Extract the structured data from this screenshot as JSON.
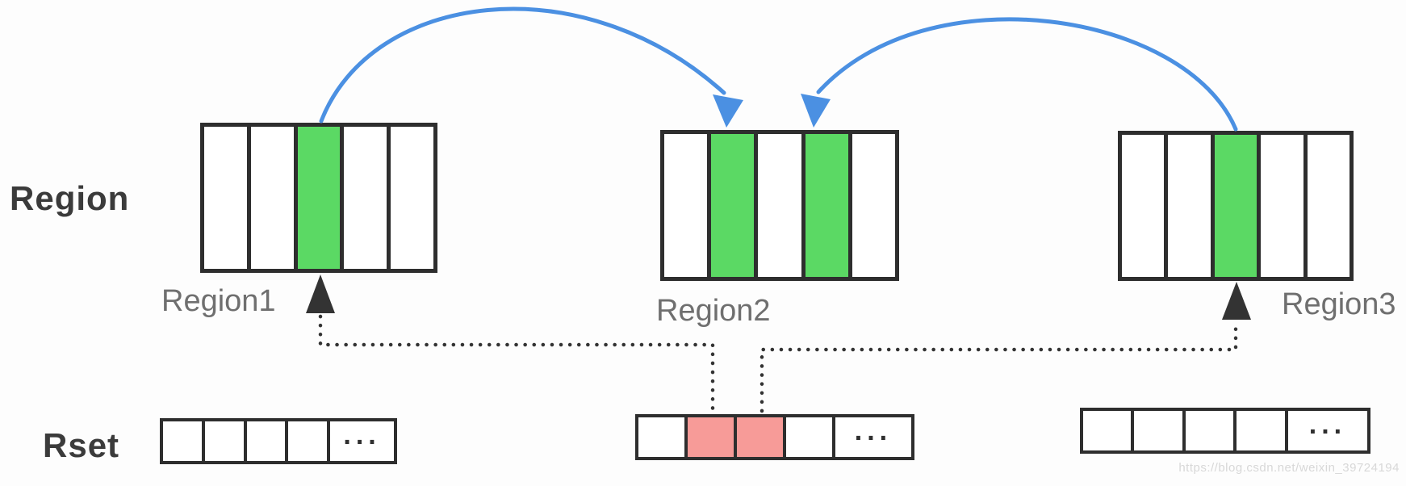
{
  "labels": {
    "region_axis": "Region",
    "rset_axis": "Rset"
  },
  "regions": [
    {
      "name": "Region1",
      "cells": [
        "white",
        "white",
        "green",
        "white",
        "white"
      ]
    },
    {
      "name": "Region2",
      "cells": [
        "white",
        "green",
        "white",
        "green",
        "white"
      ]
    },
    {
      "name": "Region3",
      "cells": [
        "white",
        "white",
        "green",
        "white",
        "white"
      ]
    }
  ],
  "rsets": [
    {
      "cells": [
        "white",
        "white",
        "white",
        "white"
      ],
      "ellipsis": "..."
    },
    {
      "cells": [
        "white",
        "pink",
        "pink",
        "white"
      ],
      "ellipsis": "..."
    },
    {
      "cells": [
        "white",
        "white",
        "white",
        "white"
      ],
      "ellipsis": "..."
    }
  ],
  "connections": [
    {
      "type": "blue-reference-arrow",
      "from": "Region1 green cell",
      "to": "Region2 left green cell"
    },
    {
      "type": "blue-reference-arrow",
      "from": "Region3 green cell",
      "to": "Region2 right green cell"
    },
    {
      "type": "dotted-pointer",
      "from": "Rset2 pink cell 1",
      "to": "Region1 green cell"
    },
    {
      "type": "dotted-pointer",
      "from": "Rset2 pink cell 2",
      "to": "Region3 green cell"
    }
  ],
  "watermark": "https://blog.csdn.net/weixin_39724194",
  "colors": {
    "green": "#5bd964",
    "pink": "#f79b98",
    "blue_arrow": "#4b90e2",
    "border": "#2e2e2e",
    "label_dark": "#3b3b3b",
    "label_gray": "#6f6f6f",
    "arrow_black": "#333333",
    "watermark_gray": "#d8d8d8"
  }
}
